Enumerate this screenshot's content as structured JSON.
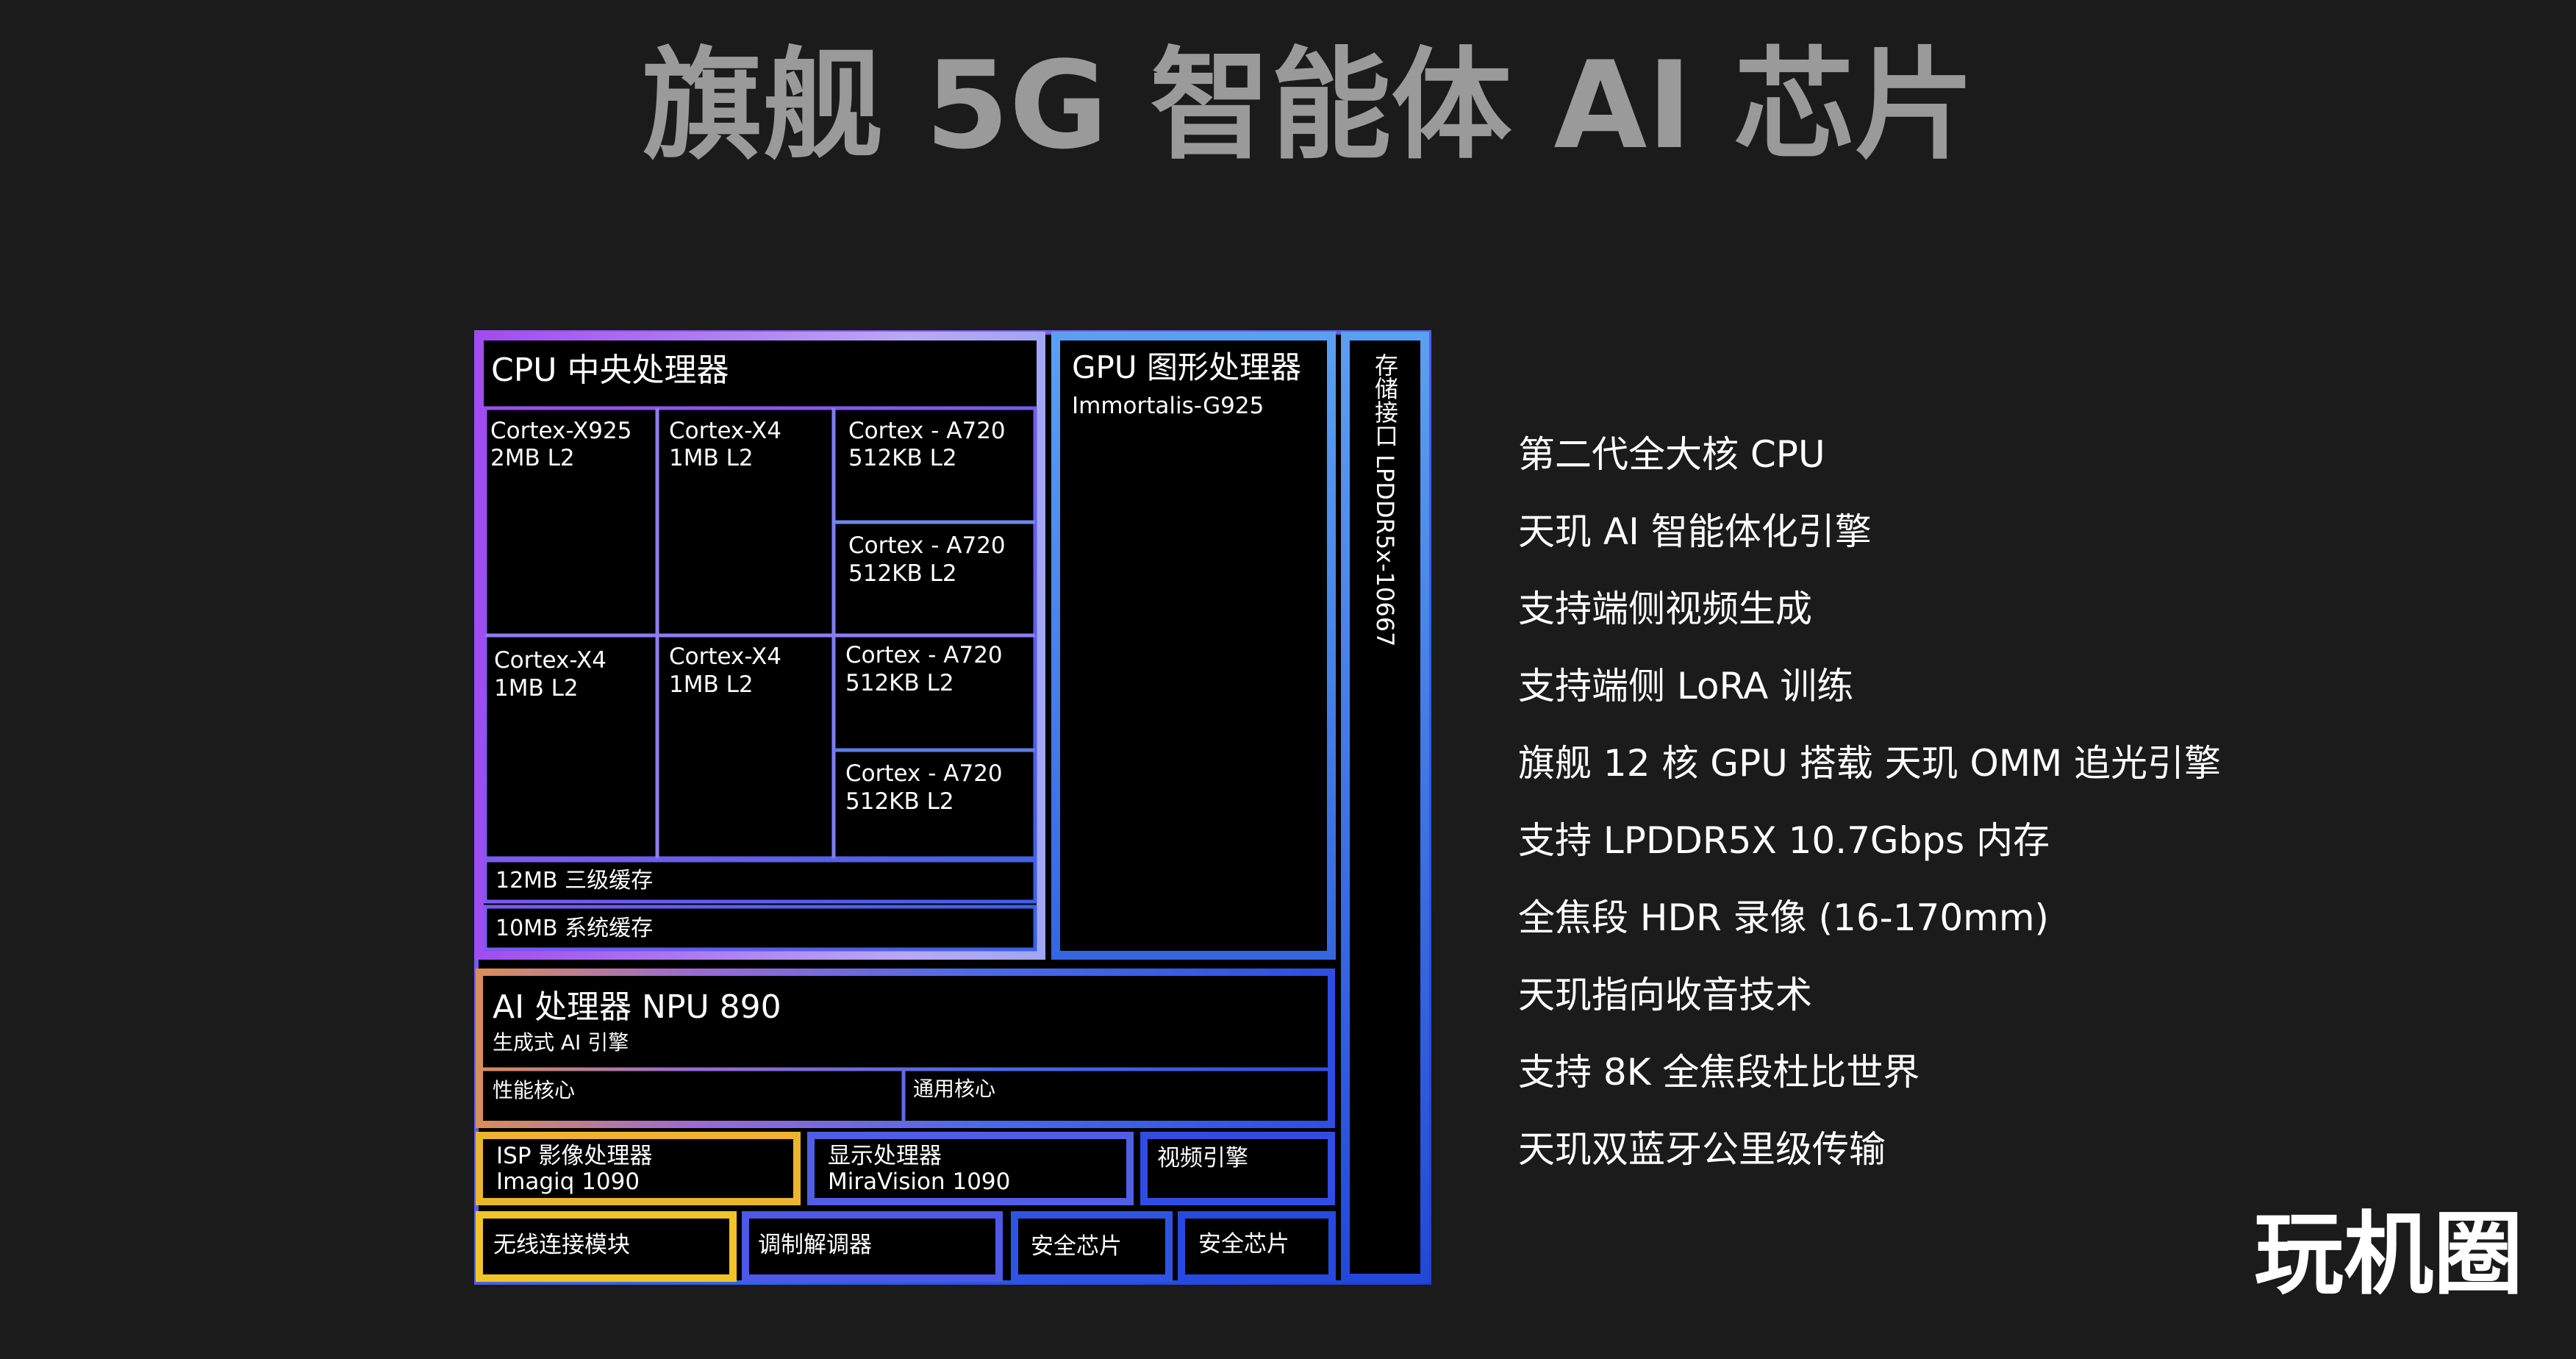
{
  "title": "旗舰 5G 智能体 AI 芯片",
  "watermark": "玩机圈",
  "colors": {
    "background": "#1b1b1b",
    "title": "#9a9a9a",
    "violet": "#a24bf0",
    "purple": "#7c5af0",
    "blue": "#2f63e6",
    "sky": "#5aa0f2",
    "gold": "#f0b82e",
    "orange": "#e8902e"
  },
  "diagram": {
    "cpu": {
      "label": "CPU 中央处理器",
      "cores": [
        {
          "name": "Cortex-X925",
          "cache": "2MB L2"
        },
        {
          "name": "Cortex-X4",
          "cache": "1MB L2"
        },
        {
          "name": "Cortex - A720",
          "cache": "512KB L2"
        },
        {
          "name": "Cortex - A720",
          "cache": "512KB L2"
        },
        {
          "name": "Cortex-X4",
          "cache": "1MB L2"
        },
        {
          "name": "Cortex-X4",
          "cache": "1MB L2"
        },
        {
          "name": "Cortex - A720",
          "cache": "512KB L2"
        },
        {
          "name": "Cortex - A720",
          "cache": "512KB L2"
        }
      ],
      "l3": "12MB 三级缓存",
      "slc": "10MB 系统缓存"
    },
    "gpu": {
      "label": "GPU 图形处理器",
      "model": "Immortalis-G925"
    },
    "memory": {
      "label": "存储接口 LPDDR5x-10667"
    },
    "npu": {
      "label": "AI 处理器 NPU 890",
      "sub": "生成式 AI 引擎",
      "perf": "性能核心",
      "general": "通用核心"
    },
    "isp": {
      "label": "ISP 影像处理器",
      "model": "Imagiq 1090"
    },
    "display": {
      "label": "显示处理器",
      "model": "MiraVision 1090"
    },
    "video": {
      "label": "视频引擎"
    },
    "wireless": {
      "label": "无线连接模块"
    },
    "modem": {
      "label": "调制解调器"
    },
    "security1": {
      "label": "安全芯片"
    },
    "security2": {
      "label": "安全芯片"
    }
  },
  "features": [
    "第二代全大核 CPU",
    "天玑 AI 智能体化引擎",
    "支持端侧视频生成",
    "支持端侧 LoRA 训练",
    "旗舰 12 核 GPU 搭载 天玑 OMM 追光引擎",
    "支持 LPDDR5X 10.7Gbps 内存",
    "全焦段 HDR 录像 (16-170mm)",
    "天玑指向收音技术",
    "支持 8K 全焦段杜比世界",
    "天玑双蓝牙公里级传输"
  ]
}
